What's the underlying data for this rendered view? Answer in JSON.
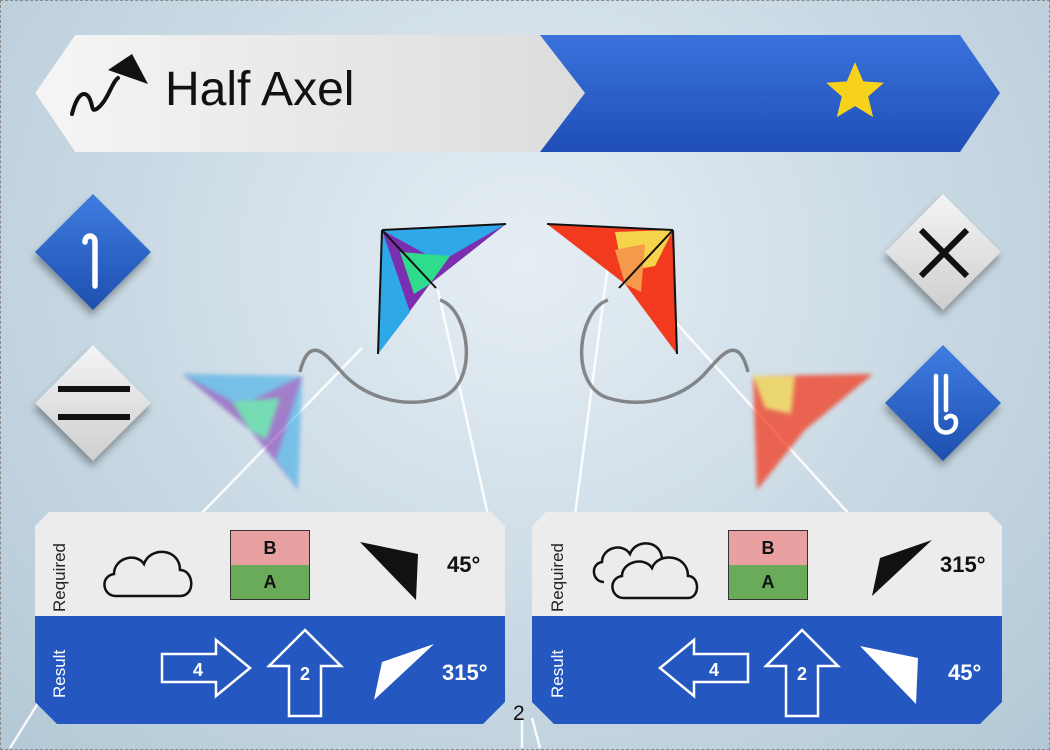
{
  "trick": {
    "title": "Half Axel",
    "icon": "kite-figure-icon",
    "difficulty_icon": "star-icon",
    "star_color": "#f7d21c"
  },
  "side_buttons": [
    {
      "icon": "hook-icon",
      "style": "blue"
    },
    {
      "icon": "equals-icon",
      "style": "grey"
    },
    {
      "icon": "x-icon",
      "style": "grey"
    },
    {
      "icon": "double-hook-icon",
      "style": "blue"
    }
  ],
  "kites": {
    "left_colors": [
      "#7b2fb0",
      "#2fa8e8",
      "#2edc8c"
    ],
    "right_colors": [
      "#f23b1e",
      "#f5d34a",
      "#f59a4a"
    ]
  },
  "cards": [
    {
      "required_label": "Required",
      "result_label": "Result",
      "weather_icon": "cloud-icon",
      "ab": {
        "top": "B",
        "bottom": "A"
      },
      "required_angle": "45°",
      "result_arrows": [
        {
          "icon": "arrow-right-icon",
          "value": "4"
        },
        {
          "icon": "arrow-up-icon",
          "value": "2"
        }
      ],
      "result_angle": "315°"
    },
    {
      "required_label": "Required",
      "result_label": "Result",
      "weather_icon": "two-clouds-icon",
      "ab": {
        "top": "B",
        "bottom": "A"
      },
      "required_angle": "315°",
      "result_arrows": [
        {
          "icon": "arrow-left-icon",
          "value": "4"
        },
        {
          "icon": "arrow-up-icon",
          "value": "2"
        }
      ],
      "result_angle": "45°"
    }
  ],
  "page_number": "2",
  "colors": {
    "blue": "#2557c0",
    "grey": "#e6e6e6",
    "b_zone": "#e8a0a0",
    "a_zone": "#6aab5a"
  }
}
